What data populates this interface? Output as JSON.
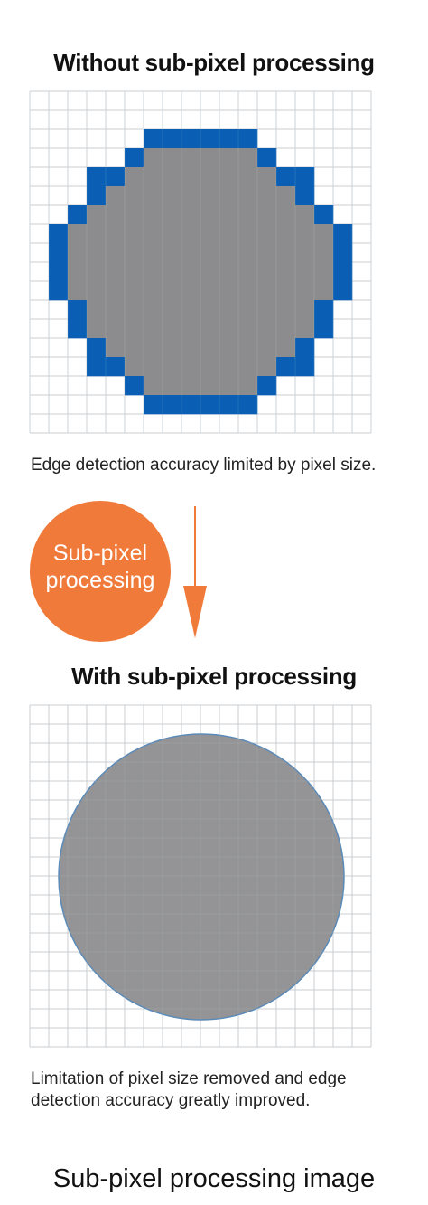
{
  "top_panel": {
    "title": "Without sub-pixel processing",
    "caption": "Edge detection accuracy limited by pixel size."
  },
  "badge": {
    "label": "Sub-pixel\nprocessing",
    "color": "#F07A3A"
  },
  "bottom_panel": {
    "title": "With sub-pixel processing",
    "caption": "Limitation of pixel size removed and edge detection accuracy greatly improved."
  },
  "footer": "Sub-pixel processing image",
  "colors": {
    "grid_line": "#C8CDD2",
    "pixel_fill": "#8C8C8E",
    "edge_pixel": "#0A5FB4",
    "arrow": "#F07A3A",
    "circle_stroke": "#5A8AB8"
  },
  "pixel_grid": {
    "cells": 18,
    "circle_rows": [
      [
        6,
        11
      ],
      [
        5,
        12
      ],
      [
        3,
        14
      ],
      [
        3,
        14
      ],
      [
        2,
        15
      ],
      [
        1,
        16
      ],
      [
        1,
        16
      ],
      [
        1,
        16
      ],
      [
        1,
        16
      ],
      [
        2,
        15
      ],
      [
        2,
        15
      ],
      [
        3,
        14
      ],
      [
        3,
        14
      ],
      [
        5,
        12
      ],
      [
        6,
        11
      ]
    ]
  }
}
